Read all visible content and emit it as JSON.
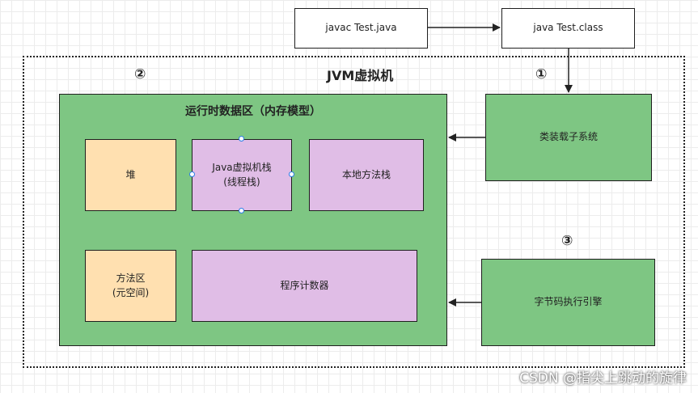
{
  "diagram": {
    "jvm_title": "JVM虚拟机",
    "runtime_area_title": "运行时数据区（内存模型）",
    "markers": {
      "one": "①",
      "two": "②",
      "three": "③"
    },
    "nodes": {
      "javac": "javac Test.java",
      "java": "java Test.class",
      "class_loader": "类装载子系统",
      "heap": "堆",
      "jvm_stack": "Java虚拟机栈\n(线程栈)",
      "native_stack": "本地方法栈",
      "method_area": "方法区\n(元空间)",
      "pc_counter": "程序计数器",
      "exec_engine": "字节码执行引擎"
    },
    "colors": {
      "green": "#7ec683",
      "peach": "#ffe0b0",
      "purple": "#e0bde6",
      "selection": "#2a7ee8"
    }
  },
  "watermark": "CSDN @指尖上跳动的旋律"
}
